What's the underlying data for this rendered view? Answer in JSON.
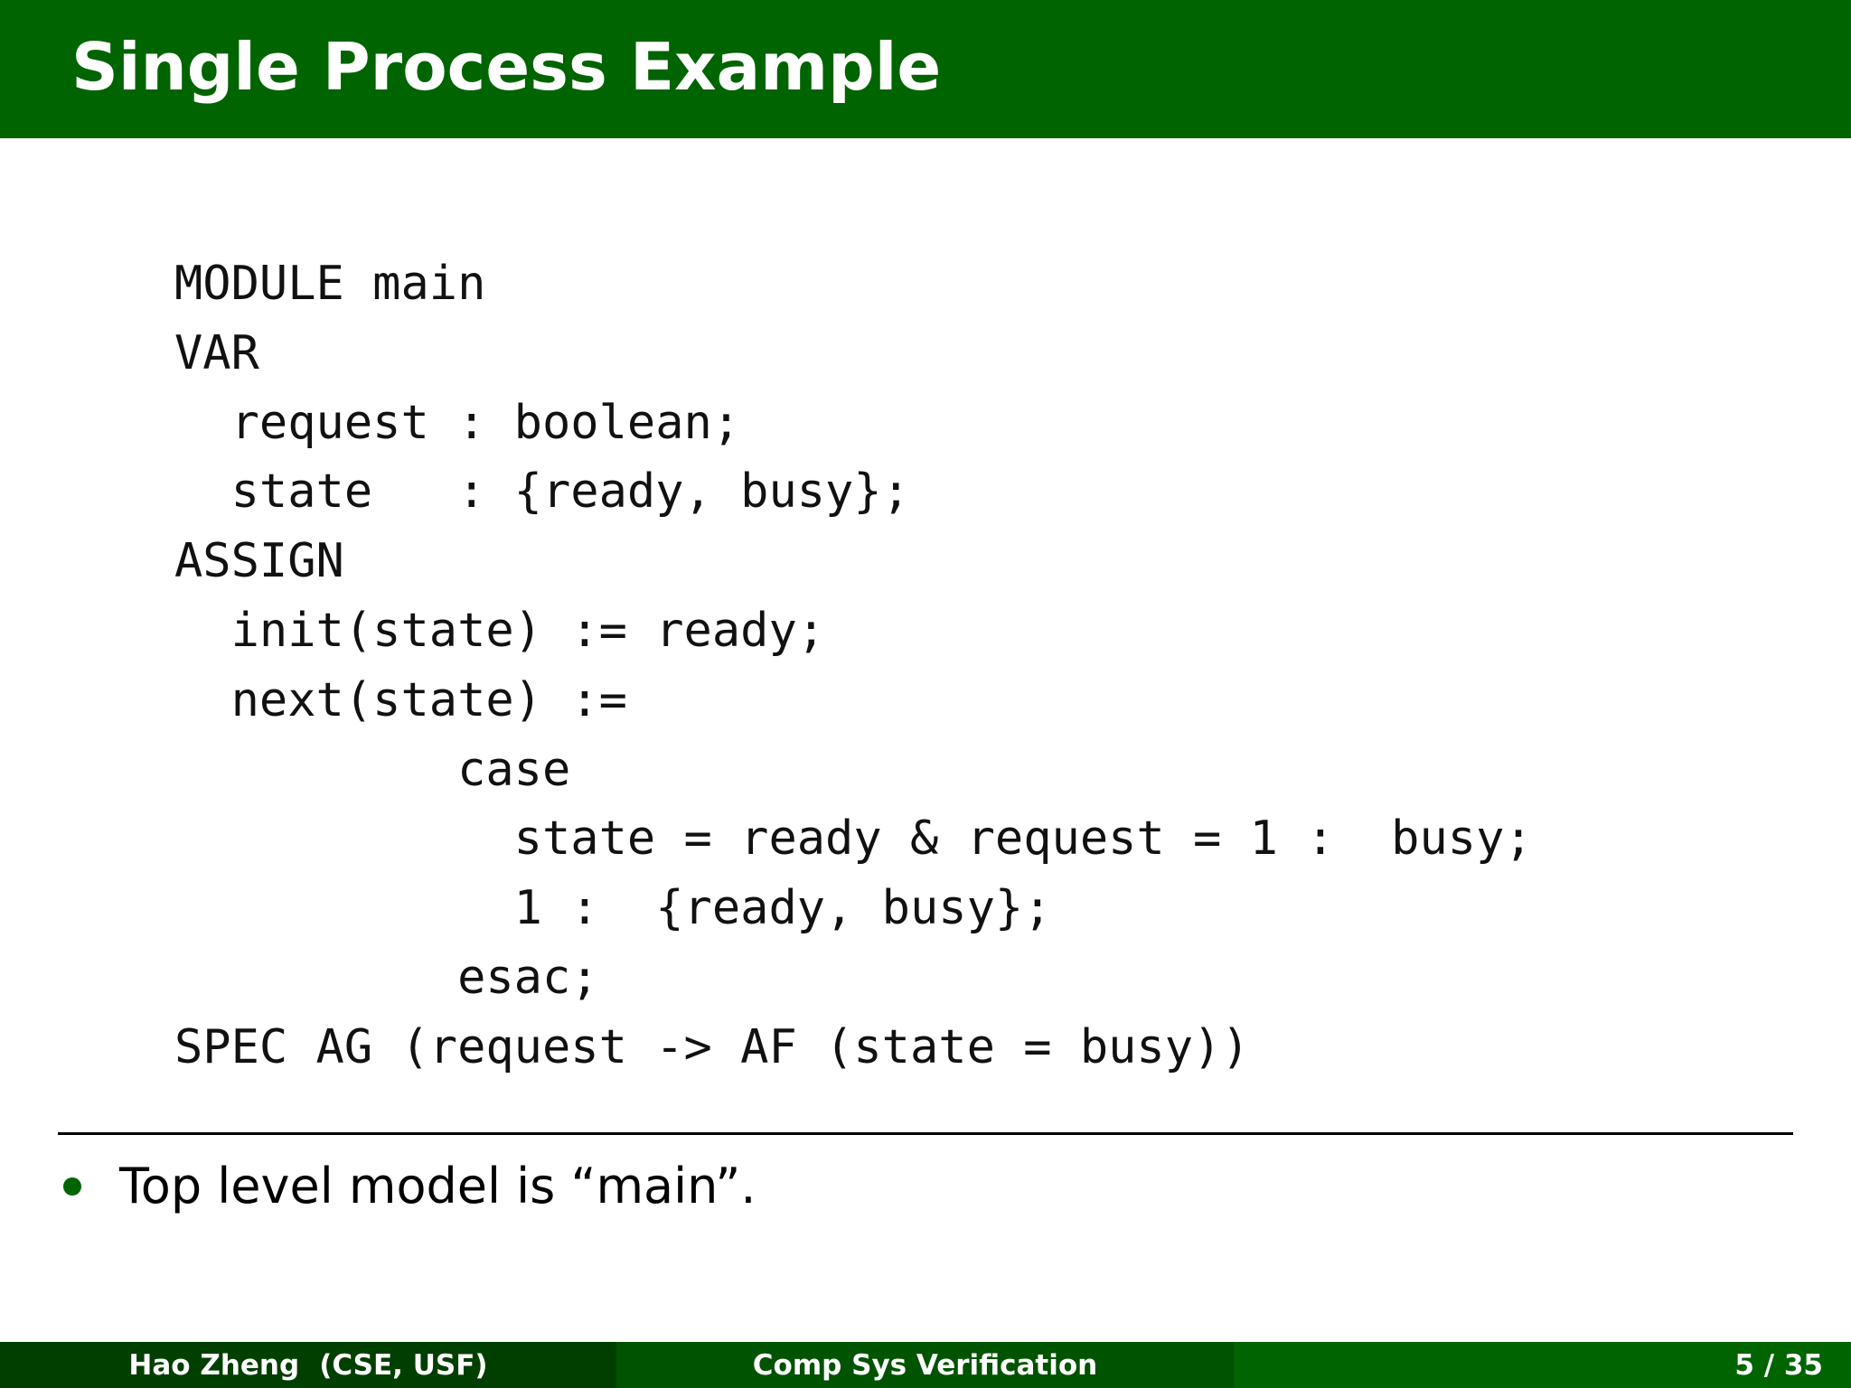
{
  "slide": {
    "title": "Single Process Example"
  },
  "code": {
    "lines": [
      "MODULE main",
      "VAR",
      "  request : boolean;",
      "  state   : {ready, busy};",
      "ASSIGN",
      "  init(state) := ready;",
      "  next(state) :=",
      "          case",
      "            state = ready & request = 1 :  busy;",
      "            1 :  {ready, busy};",
      "          esac;",
      "SPEC AG (request -> AF (state = busy))"
    ]
  },
  "bullets": [
    {
      "text": "Top level model is “main”.",
      "icon": "bullet-dot-icon"
    }
  ],
  "footer": {
    "author": "Hao Zheng",
    "affiliation": "(CSE, USF)",
    "course": "Comp Sys Verification",
    "page_indicator": "5 / 35"
  },
  "colors": {
    "title_bar": "#006400",
    "footer_left": "#003f00",
    "footer_mid": "#005300",
    "footer_right": "#006400",
    "bullet": "#006400"
  }
}
